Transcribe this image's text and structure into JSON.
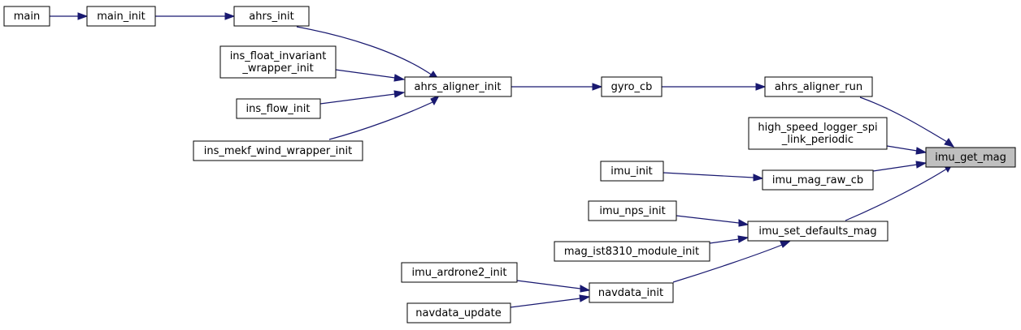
{
  "nodes": {
    "main": {
      "label": [
        "main"
      ]
    },
    "main_init": {
      "label": [
        "main_init"
      ]
    },
    "ahrs_init": {
      "label": [
        "ahrs_init"
      ]
    },
    "ins_float_invariant": {
      "label": [
        "ins_float_invariant",
        "_wrapper_init"
      ]
    },
    "ins_flow_init": {
      "label": [
        "ins_flow_init"
      ]
    },
    "ins_mekf_wind": {
      "label": [
        "ins_mekf_wind_wrapper_init"
      ]
    },
    "ahrs_aligner_init": {
      "label": [
        "ahrs_aligner_init"
      ]
    },
    "gyro_cb": {
      "label": [
        "gyro_cb"
      ]
    },
    "ahrs_aligner_run": {
      "label": [
        "ahrs_aligner_run"
      ]
    },
    "high_speed_logger": {
      "label": [
        "high_speed_logger_spi",
        "_link_periodic"
      ]
    },
    "imu_init": {
      "label": [
        "imu_init"
      ]
    },
    "imu_mag_raw_cb": {
      "label": [
        "imu_mag_raw_cb"
      ]
    },
    "imu_nps_init": {
      "label": [
        "imu_nps_init"
      ]
    },
    "mag_ist8310": {
      "label": [
        "mag_ist8310_module_init"
      ]
    },
    "imu_set_defaults_mag": {
      "label": [
        "imu_set_defaults_mag"
      ]
    },
    "imu_ardrone2_init": {
      "label": [
        "imu_ardrone2_init"
      ]
    },
    "navdata_update": {
      "label": [
        "navdata_update"
      ]
    },
    "navdata_init": {
      "label": [
        "navdata_init"
      ]
    },
    "imu_get_mag": {
      "label": [
        "imu_get_mag"
      ]
    }
  },
  "edges": [
    {
      "from": "main",
      "to": "main_init"
    },
    {
      "from": "main_init",
      "to": "ahrs_init"
    },
    {
      "from": "ahrs_init",
      "to": "ahrs_aligner_init"
    },
    {
      "from": "ins_float_invariant",
      "to": "ahrs_aligner_init"
    },
    {
      "from": "ins_flow_init",
      "to": "ahrs_aligner_init"
    },
    {
      "from": "ins_mekf_wind",
      "to": "ahrs_aligner_init"
    },
    {
      "from": "ahrs_aligner_init",
      "to": "gyro_cb"
    },
    {
      "from": "gyro_cb",
      "to": "ahrs_aligner_run"
    },
    {
      "from": "ahrs_aligner_run",
      "to": "imu_get_mag"
    },
    {
      "from": "high_speed_logger",
      "to": "imu_get_mag"
    },
    {
      "from": "imu_init",
      "to": "imu_mag_raw_cb"
    },
    {
      "from": "imu_mag_raw_cb",
      "to": "imu_get_mag"
    },
    {
      "from": "imu_nps_init",
      "to": "imu_set_defaults_mag"
    },
    {
      "from": "mag_ist8310",
      "to": "imu_set_defaults_mag"
    },
    {
      "from": "navdata_init",
      "to": "imu_set_defaults_mag"
    },
    {
      "from": "imu_set_defaults_mag",
      "to": "imu_get_mag"
    },
    {
      "from": "imu_ardrone2_init",
      "to": "navdata_init"
    },
    {
      "from": "navdata_update",
      "to": "navdata_init"
    }
  ],
  "colors": {
    "edge": "#191970",
    "node_border": "#000000",
    "node_fill": "#ffffff",
    "target_fill": "#bfbfbf"
  }
}
